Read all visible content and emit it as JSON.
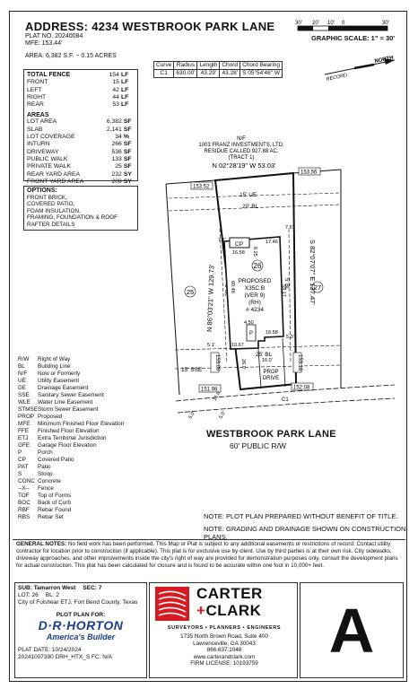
{
  "header": {
    "address_label": "ADDRESS:",
    "address": "4234 WESTBROOK PARK LANE",
    "plat_no": "PLAT NO. 20240084",
    "mfe": "MFE: 153.44'",
    "area": "AREA: 6,382 S.F. ~ 0.15 ACRES",
    "scale_ticks": [
      "30'",
      "20'",
      "10'",
      "0",
      "30'"
    ],
    "scale_label": "GRAPHIC SCALE: 1\" = 30'"
  },
  "fence": {
    "title": "TOTAL FENCE",
    "rows": [
      {
        "label": "TOTAL FENCE",
        "value": "154",
        "unit": "LF"
      },
      {
        "label": "FRONT",
        "value": "15",
        "unit": "LF"
      },
      {
        "label": "LEFT",
        "value": "42",
        "unit": "LF"
      },
      {
        "label": "RIGHT",
        "value": "44",
        "unit": "LF"
      },
      {
        "label": "REAR",
        "value": "53",
        "unit": "LF"
      }
    ]
  },
  "areas": {
    "title": "AREAS",
    "rows": [
      {
        "label": "LOT AREA",
        "value": "6,382",
        "unit": "SF"
      },
      {
        "label": "SLAB",
        "value": "2,141",
        "unit": "SF"
      },
      {
        "label": "LOT COVERAGE",
        "value": "34",
        "unit": "%"
      },
      {
        "label": "INTURN",
        "value": "266",
        "unit": "SF"
      },
      {
        "label": "DRIVEWAY",
        "value": "536",
        "unit": "SF"
      },
      {
        "label": "PUBLIC WALK",
        "value": "133",
        "unit": "SF"
      },
      {
        "label": "PRIVATE WALK",
        "value": "25",
        "unit": "SF"
      },
      {
        "label": "REAR YARD AREA",
        "value": "232",
        "unit": "SY"
      },
      {
        "label": "FRONT YARD AREA",
        "value": "209",
        "unit": "SY"
      }
    ]
  },
  "options": {
    "title": "OPTIONS:",
    "lines": [
      "FRONT BRICK,",
      "COVERED PATIO,",
      "FOAM INSULATION,",
      "FRAMING, FOUNDATION  & ROOF",
      "RAFTER DETAILS"
    ]
  },
  "curve_table": {
    "headers": [
      "Curve",
      "Radius",
      "Length",
      "Chord",
      "Chord Bearing"
    ],
    "rows": [
      [
        "C1",
        "630.00'",
        "43.29'",
        "43.28'",
        "S 05°54'46\" W"
      ]
    ]
  },
  "plan": {
    "north": "NORTH",
    "record": "RECORD",
    "nf_lines": [
      "N/F",
      "1003 FRANZ INVESTMENTS, LTD.",
      "RESIDUE CALLED 927.88 AC.",
      "(TRACT 1)"
    ],
    "rear_bearing": "N 02°28'19\" W  53.03'",
    "left_bearing": "N 86°03'21\" W  129.73'",
    "right_bearing": "S 82°07'07\" E  137.47'",
    "elev_tl": "153.52",
    "elev_tr": "153.56",
    "elev_ml": "153.00",
    "elev_mr": "153.16",
    "elev_bl": "151.98",
    "elev_br": "152.08",
    "ue": "15' UE",
    "bl_rear": "20' BL",
    "bl_front": "25' BL",
    "sse": "15' SSE",
    "sl_left": "5' BL",
    "sl_right": "5' BL",
    "lot_num": "26",
    "lot_left": "25",
    "lot_right": "27",
    "house": [
      "PROPOSED",
      "X35C B",
      "(VER 9)",
      "(RH)",
      "# 4234"
    ],
    "cp": "CP",
    "dims": {
      "d1": "7.7'",
      "d2": "17.46",
      "d3": "16.58",
      "d4": "6.25",
      "d5": "60.46",
      "d6": "59.17",
      "d7": "4.50",
      "d8": "18.58",
      "d9": "10.67",
      "d10": "5.1'",
      "d11": "5.3'",
      "d12": "16.0'",
      "d13": "26.0'",
      "d14": "7.6'",
      "d15": "16.0'",
      "d16": "5.0'",
      "d17": "5.0'"
    },
    "p_label": "P",
    "prop_drive": [
      "PROP",
      "DRIVE"
    ],
    "c1": "C1"
  },
  "street": {
    "name": "WESTBROOK PARK LANE",
    "row": "60' PUBLIC R/W"
  },
  "notes": {
    "n1": "NOTE: PLOT PLAN PREPARED WITHOUT BENEFIT OF TITLE.",
    "n2": "NOTE: GRADING AND DRAINAGE SHOWN ON CONSTRUCTION PLANS."
  },
  "legend": [
    [
      "R/W",
      "Right of Way"
    ],
    [
      "BL",
      "Building Line"
    ],
    [
      "N/F",
      "Now or Formerly"
    ],
    [
      "UE",
      "Utility Easement"
    ],
    [
      "DE",
      "Drainage Easement"
    ],
    [
      "SSE",
      "Sanitary Sewer Easement"
    ],
    [
      "WLE",
      "Water Line Easement"
    ],
    [
      "STMSE",
      "Storm Sewer Easement"
    ],
    [
      "PROP",
      "Proposed"
    ],
    [
      "MFE",
      "Minimum Finished Floor Elevation"
    ],
    [
      "FFE",
      "Finished Floor Elevation"
    ],
    [
      "ETJ",
      "Extra Territorial Jurisdiction"
    ],
    [
      "GFE",
      "Garage Floor Elevation"
    ],
    [
      "P",
      "Porch"
    ],
    [
      "CP",
      "Covered Patio"
    ],
    [
      "PAT",
      "Patio"
    ],
    [
      "S",
      "Stoop"
    ],
    [
      "CONC",
      "Concrete"
    ],
    [
      "--X--",
      "Fence"
    ],
    [
      "TOF",
      "Top of Forms"
    ],
    [
      "BOC",
      "Back of Curb"
    ],
    [
      "RBF",
      "Rebar Found"
    ],
    [
      "RBS",
      "Rebar Set"
    ]
  ],
  "general_notes": {
    "label": "GENERAL NOTES:",
    "text": "No field work has been performed. This Map or Plat is subject to any additional easements or restrictions of record. Contact utility contractor for location prior to construction (if applicable). This plat is for exclusive use by client. Use by third parties is at their own risk. City sidewalks, driveway approaches, and other improvements inside the city's right of way are provided for demonstration purposes only, consult the development plans for actual construction. This plat has been calculated for closure and is found to be accurate within one foot in 10,000+ feet."
  },
  "lot_info": {
    "sub": "SUB: Tamarron West",
    "sec": "SEC: 7",
    "lot": "LOT: 26",
    "bl": "BL: 2",
    "city": "City of Fulshear ETJ, Fort Bend County, Texas",
    "plot_for": "PLOT PLAN FOR:",
    "builder_line1": "D·R·HORTON",
    "builder_line2": "America's Builder",
    "plat_date": "PLAT DATE: 10/24/2024",
    "job": "20241007390  DRH_HTX_S  FC: N/A"
  },
  "firm": {
    "name1": "CARTER",
    "name2": "CLARK",
    "plus": "+",
    "tagline": "SURVEYORS • PLANNERS • ENGINEERS",
    "addr1": "1735 North Brown Road, Suite 400",
    "addr2": "Lawrenceville, GA 30043",
    "phone": "866.637.1048",
    "web": "www.carterandclark.com",
    "license": "FIRM LICENSE: 10193759"
  },
  "sheet_letter": "A",
  "colors": {
    "accent": "#d71920",
    "builder": "#1a3d8f"
  }
}
